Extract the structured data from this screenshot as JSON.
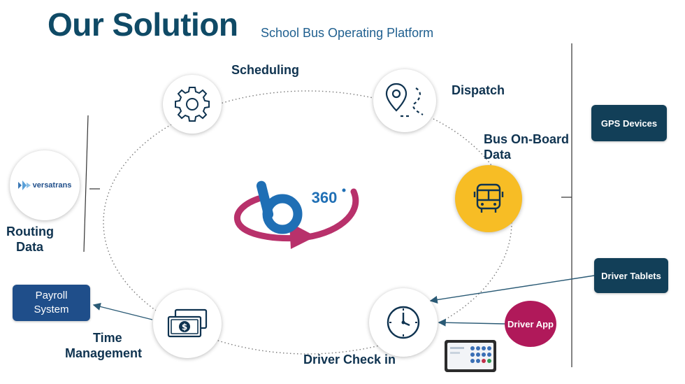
{
  "title": "Our Solution",
  "subtitle": "School Bus Operating Platform",
  "nodes": {
    "scheduling": {
      "label": "Scheduling",
      "icon": "gear-icon"
    },
    "dispatch": {
      "label": "Dispatch",
      "icon": "map-pin-route-icon"
    },
    "bus_onboard": {
      "label_line1": "Bus On-Board",
      "label_line2": "Data",
      "icon": "bus-icon",
      "color": "#f7bd25"
    },
    "driver_checkin": {
      "label": "Driver Check in",
      "icon": "clock-icon"
    },
    "time_management": {
      "label_line1": "Time",
      "label_line2": "Management",
      "icon": "money-icon"
    },
    "routing": {
      "label_line1": "Routing",
      "label_line2": "Data",
      "logo_text": "versatrans"
    },
    "center_logo": {
      "text": "360"
    }
  },
  "side_boxes": {
    "gps_devices": "GPS Devices",
    "driver_tablets": "Driver Tablets",
    "driver_app": "Driver App",
    "payroll_line1": "Payroll",
    "payroll_line2": "System"
  },
  "colors": {
    "title": "#0f4a66",
    "dark_box": "#123f58",
    "payroll_box": "#1f4e8a",
    "driver_app": "#b0195a",
    "bus_circle": "#f7bd25",
    "logo_blue": "#1f6fb5",
    "logo_pink": "#b8316b"
  }
}
